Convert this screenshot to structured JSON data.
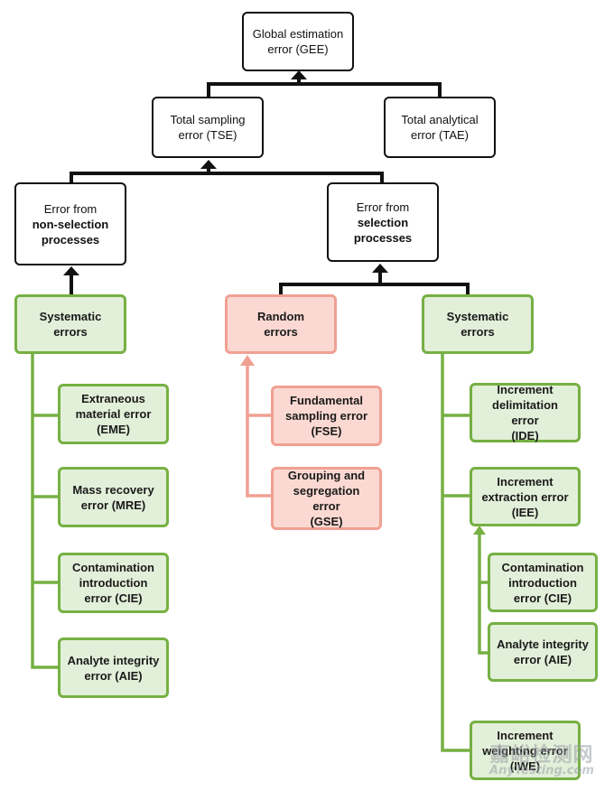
{
  "nodes": {
    "gee": "Global estimation\nerror (GEE)",
    "tse": "Total sampling\nerror (TSE)",
    "tae": "Total analytical\nerror (TAE)",
    "nonsel_l1": "Error from",
    "nonsel_l2": "non-selection",
    "nonsel_l3": "processes",
    "sel_l1": "Error from",
    "sel_l2": "selection",
    "sel_l3": "processes",
    "sys_left": "Systematic\nerrors",
    "random": "Random\nerrors",
    "sys_right": "Systematic\nerrors",
    "eme": "Extraneous\nmaterial error\n(EME)",
    "mre": "Mass recovery\nerror (MRE)",
    "cie_left": "Contamination\nintroduction\nerror (CIE)",
    "aie_left": "Analyte integrity\nerror (AIE)",
    "fse": "Fundamental\nsampling error\n(FSE)",
    "gse": "Grouping and\nsegregation error\n(GSE)",
    "ide": "Increment\ndelimitation error\n(IDE)",
    "iee": "Increment\nextraction error\n(IEE)",
    "cie_right": "Contamination\nintroduction\nerror (CIE)",
    "aie_right": "Analyte integrity\nerror (AIE)",
    "iwe": "Increment\nweighting error\n(IWE)"
  },
  "watermark": {
    "cn": "嘉峪检测网",
    "en": "AnyTesting.com"
  },
  "colors": {
    "black_border": "#111111",
    "green_border": "#76b043",
    "green_fill": "#e2efd9",
    "pink_border": "#f0a093",
    "pink_fill": "#fbd9d2"
  }
}
